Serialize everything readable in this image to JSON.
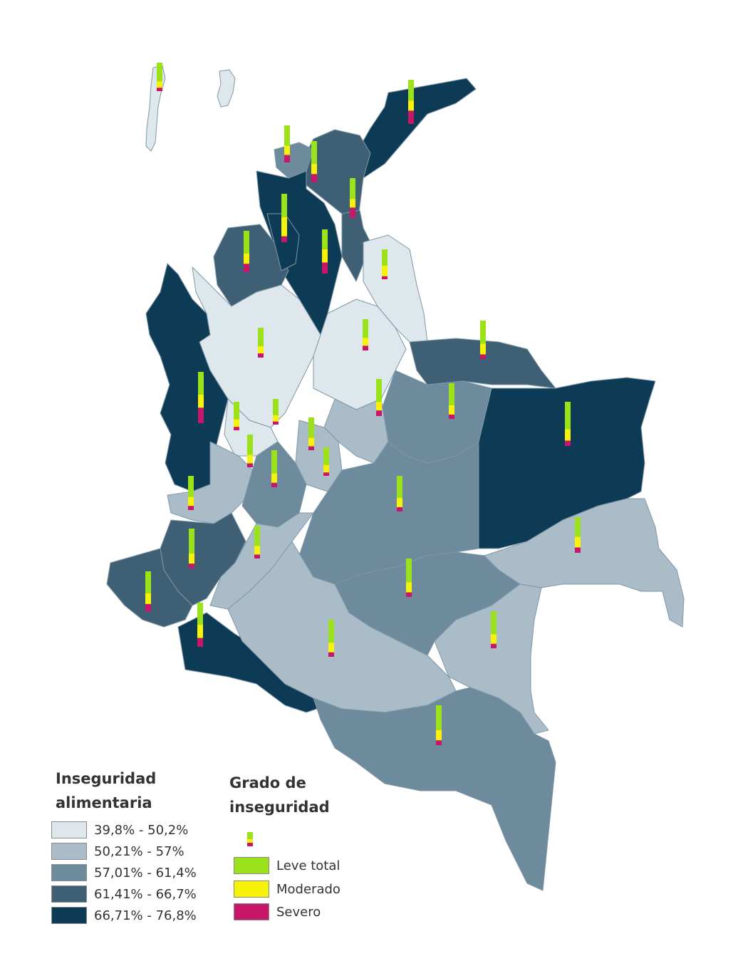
{
  "colors": {
    "tier1": "#dde7ec",
    "tier2": "#a9bcc8",
    "tier3": "#6e8a9d",
    "tier4": "#3f5f75",
    "tier5": "#0d3a55",
    "border": "#7f98a8",
    "leve": "#9be21a",
    "moderado": "#f6f20a",
    "severo": "#c8176a"
  },
  "legend_choropleth": {
    "title_line1": "Inseguridad",
    "title_line2": "alimentaria",
    "items": [
      {
        "label": "39,8% - 50,2%",
        "color": "#dde7ec"
      },
      {
        "label": "50,21% - 57%",
        "color": "#a9bcc8"
      },
      {
        "label": "57,01% - 61,4%",
        "color": "#6e8a9d"
      },
      {
        "label": "61,41% - 66,7%",
        "color": "#3f5f75"
      },
      {
        "label": "66,71% - 76,8%",
        "color": "#0d3a55"
      }
    ]
  },
  "legend_grado": {
    "title_line1": "Grado de",
    "title_line2": "inseguridad",
    "items": [
      {
        "label": "Leve total",
        "color": "#9be21a"
      },
      {
        "label": "Moderado",
        "color": "#f6f20a"
      },
      {
        "label": "Severo",
        "color": "#c8176a"
      }
    ]
  }
}
